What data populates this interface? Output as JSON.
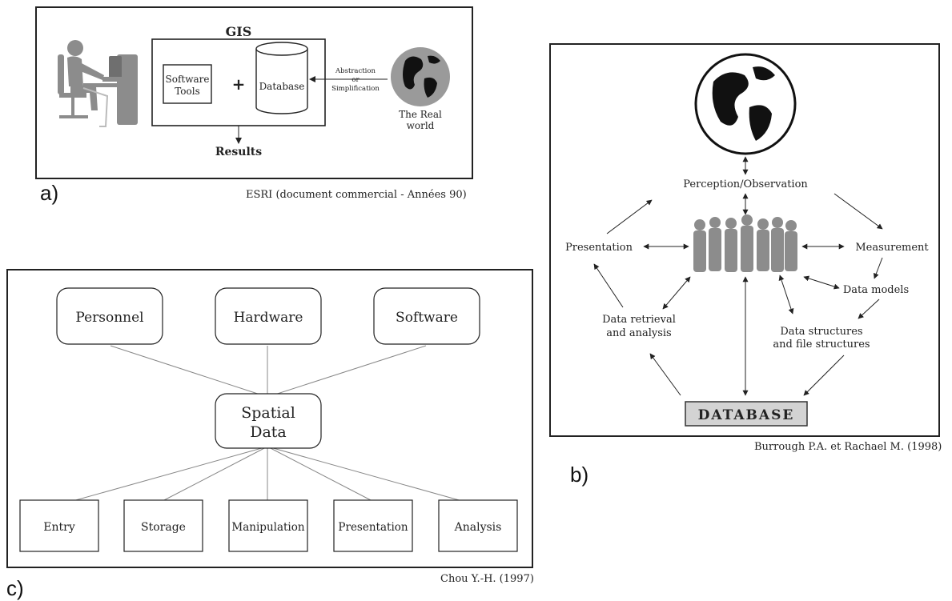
{
  "panel_a": {
    "letter": "a)",
    "gis_title": "GIS",
    "software_tools": [
      "Software",
      "Tools"
    ],
    "plus": "+",
    "database": "Database",
    "abstraction": [
      "Abstraction",
      "or",
      "Simplification"
    ],
    "real_world": [
      "The Real",
      "world"
    ],
    "results": "Results",
    "caption": "ESRI (document commercial - Années 90)"
  },
  "panel_b": {
    "letter": "b)",
    "perception": "Perception/Observation",
    "presentation": "Presentation",
    "measurement": "Measurement",
    "data_models": "Data models",
    "data_retrieval": [
      "Data retrieval",
      "and analysis"
    ],
    "data_structures": [
      "Data structures",
      "and file structures"
    ],
    "database": "DATABASE",
    "caption": "Burrough P.A. et Rachael M. (1998)"
  },
  "panel_c": {
    "letter": "c)",
    "top_nodes": [
      "Personnel",
      "Hardware",
      "Software"
    ],
    "center_node": [
      "Spatial",
      "Data"
    ],
    "bottom_nodes": [
      "Entry",
      "Storage",
      "Manipulation",
      "Presentation",
      "Analysis"
    ],
    "caption": "Chou Y.-H. (1997)"
  },
  "colors": {
    "frame": "#222222",
    "figure_gray": "#8c8c8c",
    "globe_gray": "#9a9a9a",
    "database_fill": "#d3d3d3"
  }
}
